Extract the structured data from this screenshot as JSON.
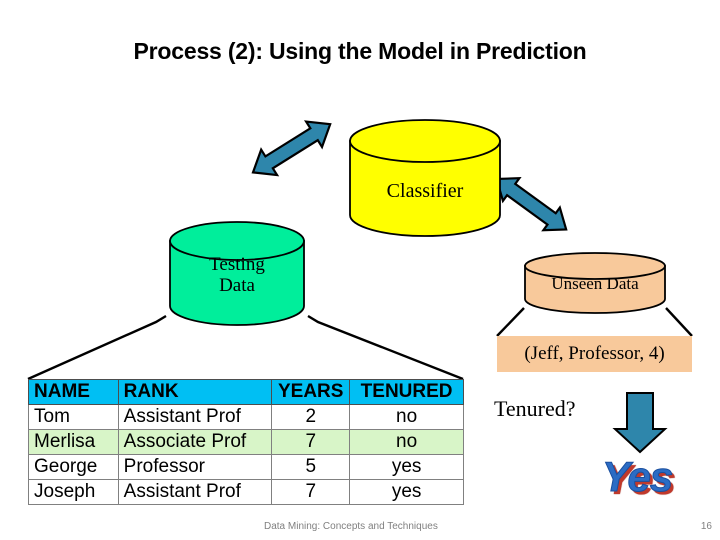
{
  "slide": {
    "title": "Process (2): Using the Model in Prediction",
    "background": "#FFFFFF"
  },
  "diagram": {
    "classifier": {
      "label": "Classifier",
      "color": "#FFFF00",
      "shape": "cylinder"
    },
    "testing_data": {
      "label_line1": "Testing",
      "label_line2": "Data",
      "color": "#00EE9B",
      "shape": "cylinder"
    },
    "unseen_data": {
      "label": "Unseen Data",
      "color": "#F8C99B",
      "shape": "cylinder"
    },
    "tuple_box": {
      "label": "(Jeff, Professor, 4)",
      "color": "#F8C99B"
    },
    "arrows": {
      "left_double_arrow": "double-headed-arrow-left",
      "right_double_arrow": "double-headed-arrow-right",
      "down_arrow": "down-arrow",
      "color": "#2E86AB"
    },
    "prediction": {
      "question": "Tenured?",
      "answer": "Yes",
      "answer_color": "#2B6CC4",
      "answer_shadow_color": "#C0392B"
    }
  },
  "table": {
    "header_color": "#00BFF3",
    "highlight_color": "#D8F5C8",
    "columns": [
      "NAME",
      "RANK",
      "YEARS",
      "TENURED"
    ],
    "rows": [
      {
        "name": "Tom",
        "rank": "Assistant Prof",
        "years": "2",
        "tenured": "no",
        "highlight": false
      },
      {
        "name": "Merlisa",
        "rank": "Associate Prof",
        "years": "7",
        "tenured": "no",
        "highlight": true
      },
      {
        "name": "George",
        "rank": "Professor",
        "years": "5",
        "tenured": "yes",
        "highlight": false
      },
      {
        "name": "Joseph",
        "rank": "Assistant Prof",
        "years": "7",
        "tenured": "yes",
        "highlight": false
      }
    ]
  },
  "footer": {
    "text": "Data Mining: Concepts and Techniques",
    "page": "16"
  }
}
